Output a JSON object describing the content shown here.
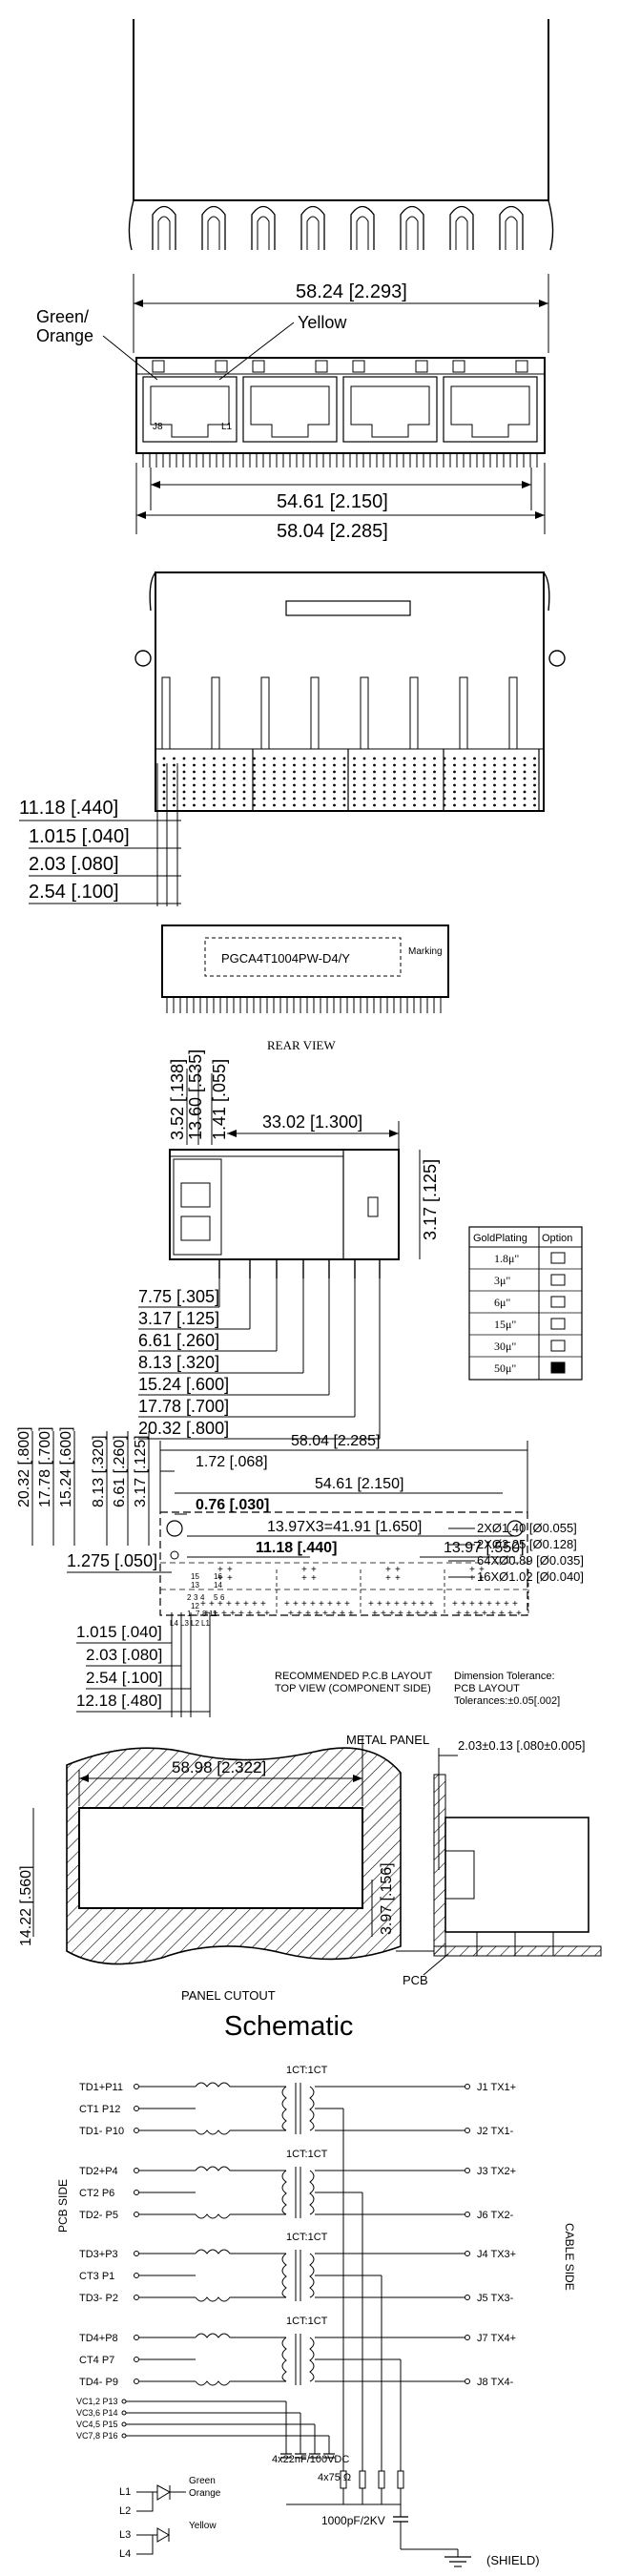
{
  "front": {
    "dim_total": "58.24 [2.293]",
    "label_green": "Green/",
    "label_orange": "Orange",
    "label_yellow": "Yellow",
    "dim_inner": "54.61 [2.150]",
    "dim_outer": "58.04 [2.285]",
    "port_mark_j8": "J8",
    "port_mark_l1": "L1"
  },
  "bottom": {
    "dim_a": "11.18 [.440]",
    "dim_b": "1.015 [.040]",
    "dim_c": "2.03 [.080]",
    "dim_d": "2.54 [.100]"
  },
  "rear": {
    "part_number": "PGCA4T1004PW-D4/Y",
    "marking": "Marking",
    "caption": "REAR VIEW"
  },
  "side": {
    "top_dims": [
      "3.52 [.138]",
      "13.60 [.535]",
      "1.41 [.055]"
    ],
    "width": "33.02 [1.300]",
    "right_dim": "3.17 [.125]",
    "pin_dims": [
      "7.75 [.305]",
      "3.17 [.125]",
      "6.61 [.260]",
      "8.13 [.320]",
      "15.24 [.600]",
      "17.78 [.700]",
      "20.32 [.800]"
    ]
  },
  "gold_table": {
    "headers": [
      "GoldPlating",
      "Option"
    ],
    "rows": [
      {
        "plating": "1.8μ\"",
        "filled": false
      },
      {
        "plating": "3μ\"",
        "filled": false
      },
      {
        "plating": "6μ\"",
        "filled": false
      },
      {
        "plating": "15μ\"",
        "filled": false
      },
      {
        "plating": "30μ\"",
        "filled": false
      },
      {
        "plating": "50μ\"",
        "filled": true
      }
    ]
  },
  "pcb": {
    "top_dims": [
      "58.04 [2.285]",
      "1.72 [.068]",
      "54.61 [2.150]",
      "0.76 [.030]",
      "13.97X3=41.91 [1.650]",
      "11.18 [.440]",
      "13.97 [.550]"
    ],
    "left_dims": [
      "20.32 [.800]",
      "17.78 [.700]",
      "15.24 [.600]",
      "8.13 [.320]",
      "6.61 [.260]",
      "3.17 [.125]"
    ],
    "hole_notes": [
      "2XØ1.40 [Ø0.055]",
      "2XØ3.25 [Ø0.128]",
      "64XØ0.89 [Ø0.035]",
      "16XØ1.02 [Ø0.040]"
    ],
    "dim_1275": "1.275 [.050]",
    "bottom_dims": [
      "1.015 [.040]",
      "2.03 [.080]",
      "2.54 [.100]",
      "12.18 [.480]"
    ],
    "pin_numbers": [
      "15",
      "13",
      "16",
      "14",
      "2",
      "3",
      "4",
      "5",
      "6",
      "12",
      "1",
      "7",
      "8",
      "11"
    ],
    "pin_leds": [
      "L4",
      "L3",
      "L2",
      "L1"
    ],
    "caption_1": "RECOMMENDED P.C.B LAYOUT",
    "caption_2": "TOP VIEW (COMPONENT SIDE)",
    "tol_1": "Dimension Tolerance:",
    "tol_2": "PCB LAYOUT",
    "tol_3": "Tolerances:±0.05[.002]"
  },
  "panel": {
    "width": "58.98 [2.322]",
    "left": "14.22 [.560]",
    "right": "3.97 [.156]",
    "metal_panel": "METAL PANEL",
    "thickness": "2.03±0.13 [.080±0.005]",
    "caption": "PANEL CUTOUT",
    "pcb": "PCB"
  },
  "schematic": {
    "title": "Schematic",
    "ct_labels": [
      "1CT:1CT",
      "1CT:1CT",
      "1CT:1CT",
      "1CT:1CT"
    ],
    "left_pins": [
      "TD1+P11",
      "CT1  P12",
      "TD1- P10",
      "TD2+P4",
      "CT2  P6",
      "TD2- P5",
      "TD3+P3",
      "CT3  P1",
      "TD3- P2",
      "TD4+P8",
      "CT4  P7",
      "TD4- P9"
    ],
    "right_pins": [
      "J1 TX1+",
      "J2 TX1-",
      "J3 TX2+",
      "J6 TX2-",
      "J4 TX3+",
      "J5 TX3-",
      "J7 TX4+",
      "J8 TX4-"
    ],
    "pcb_side": "PCB SIDE",
    "cable_side": "CABLE SIDE",
    "vc_pins": [
      "VC1,2 P13",
      "VC3,6 P14",
      "VC4,5 P15",
      "VC7,8 P16"
    ],
    "cap_label": "4x22nF/100VDC",
    "res_label": "4x75 Ω",
    "hv_cap": "1000pF/2KV",
    "shield": "(SHIELD)",
    "leds": [
      "L1",
      "L2",
      "L3",
      "L4"
    ],
    "led_green": "Green",
    "led_orange": "Orange",
    "led_yellow": "Yellow"
  }
}
